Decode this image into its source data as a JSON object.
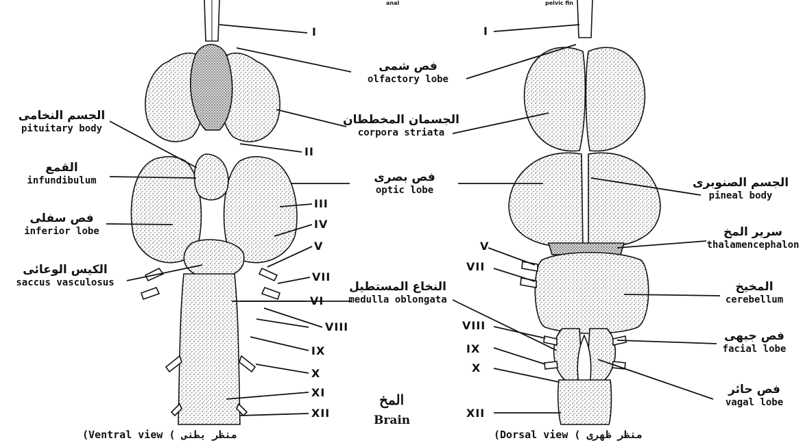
{
  "top_fragments": {
    "left": "anal",
    "right": "pelvic fin"
  },
  "ventral": {
    "caption_en": "(Ventral view",
    "caption_ar": "( منظر بطنى",
    "labels": {
      "pituitary": {
        "ar": "الجسم النخامى",
        "en": "pituitary body"
      },
      "infundibulum": {
        "ar": "القمع",
        "en": "infundibulum"
      },
      "inferior": {
        "ar": "فص سفلى",
        "en": "inferior lobe"
      },
      "saccus": {
        "ar": "الكيس الوعائى",
        "en": "saccus vasculosus"
      }
    },
    "nerves": {
      "I": "I",
      "II": "II",
      "III": "III",
      "IV": "IV",
      "V": "V",
      "VII": "VII",
      "VI": "VI",
      "VIII": "VIII",
      "IX": "IX",
      "X": "X",
      "XI": "XI",
      "XII": "XII"
    }
  },
  "center_labels": {
    "olfactory": {
      "ar": "فص شمى",
      "en": "olfactory lobe"
    },
    "striata": {
      "ar": "الجسمان المخططان",
      "en": "corpora striata"
    },
    "optic": {
      "ar": "فص بصرى",
      "en": "optic lobe"
    },
    "medulla": {
      "ar": "النخاع المستطيل",
      "en": "medulla oblongata"
    }
  },
  "brain": {
    "ar": "المخ",
    "en": "Brain"
  },
  "dorsal": {
    "caption_en": "(Dorsal view",
    "caption_ar": "( منظر ظهرى",
    "labels": {
      "pineal": {
        "ar": "الجسم الصنوبرى",
        "en": "pineal body"
      },
      "thalamen": {
        "ar": "سرير المخ",
        "en": "thalamencephalon"
      },
      "cerebellum": {
        "ar": "المخيخ",
        "en": "cerebellum"
      },
      "facial": {
        "ar": "فص جبهى",
        "en": "facial lobe"
      },
      "vagal": {
        "ar": "فص حائر",
        "en": "vagal lobe"
      }
    },
    "nerves": {
      "I": "I",
      "V": "V",
      "VII": "VII",
      "VIII": "VIII",
      "IX": "IX",
      "X": "X",
      "XII": "XII"
    }
  }
}
